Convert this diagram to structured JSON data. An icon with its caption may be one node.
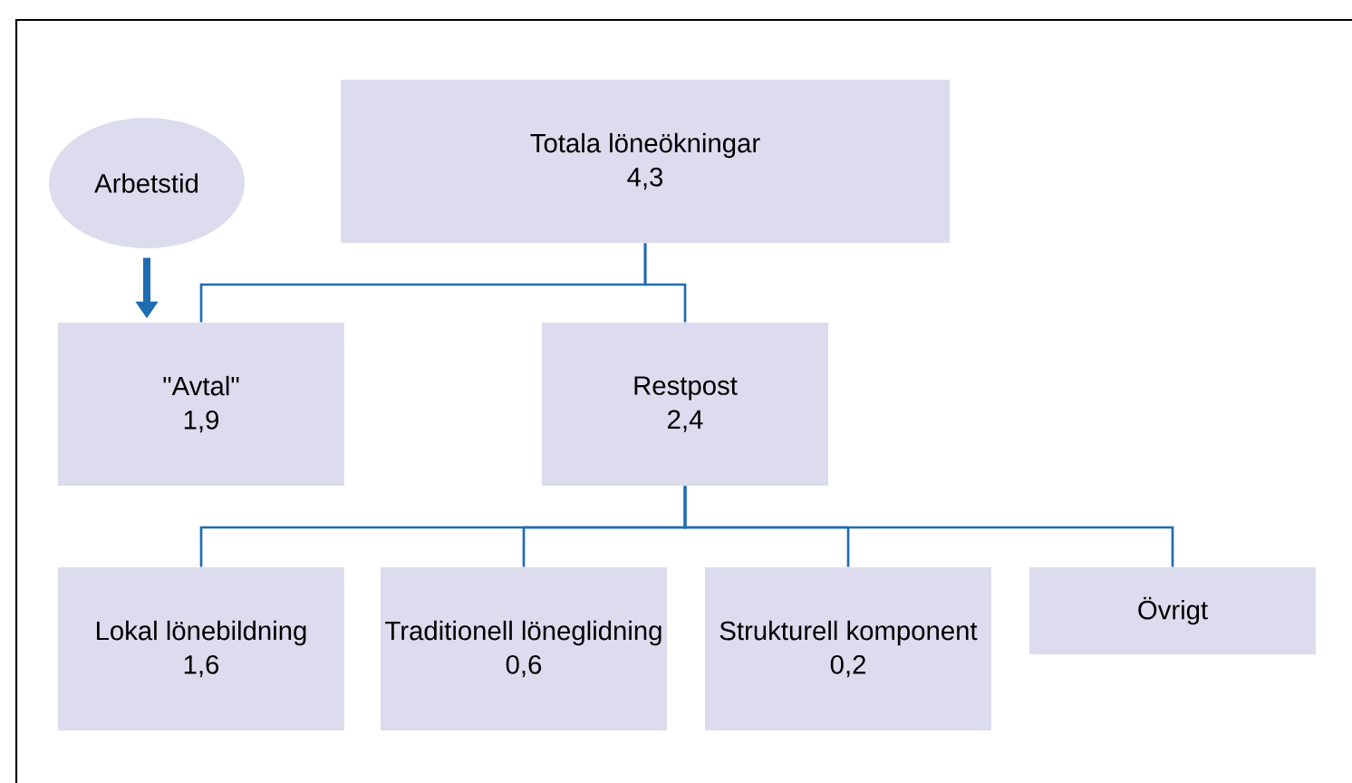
{
  "diagram": {
    "nodes": [
      {
        "text": [
          "Totala löneökningar",
          "4,3"
        ]
      },
      {
        "text": [
          "Arbetstid"
        ]
      },
      {
        "text": [
          "\"Avtal\"",
          "1,9"
        ]
      },
      {
        "text": [
          "Restpost",
          "2,4"
        ]
      },
      {
        "text": [
          "Lokal lönebildning",
          "1,6"
        ]
      },
      {
        "text": [
          "Traditionell löneglidning",
          "0,6"
        ]
      },
      {
        "text": [
          "Strukturell komponent",
          "0,2"
        ]
      },
      {
        "text": [
          "Övrigt"
        ]
      }
    ],
    "edges": [
      {
        "from": 0,
        "to": 2,
        "arrow": "none"
      },
      {
        "from": 0,
        "to": 3,
        "arrow": "none"
      },
      {
        "from": 3,
        "to": 4,
        "arrow": "none"
      },
      {
        "from": 3,
        "to": 5,
        "arrow": "none"
      },
      {
        "from": 3,
        "to": 6,
        "arrow": "none"
      },
      {
        "from": 3,
        "to": 7,
        "arrow": "none"
      },
      {
        "from": 1,
        "to": 2,
        "arrow": "to",
        "style": "thick"
      }
    ]
  }
}
